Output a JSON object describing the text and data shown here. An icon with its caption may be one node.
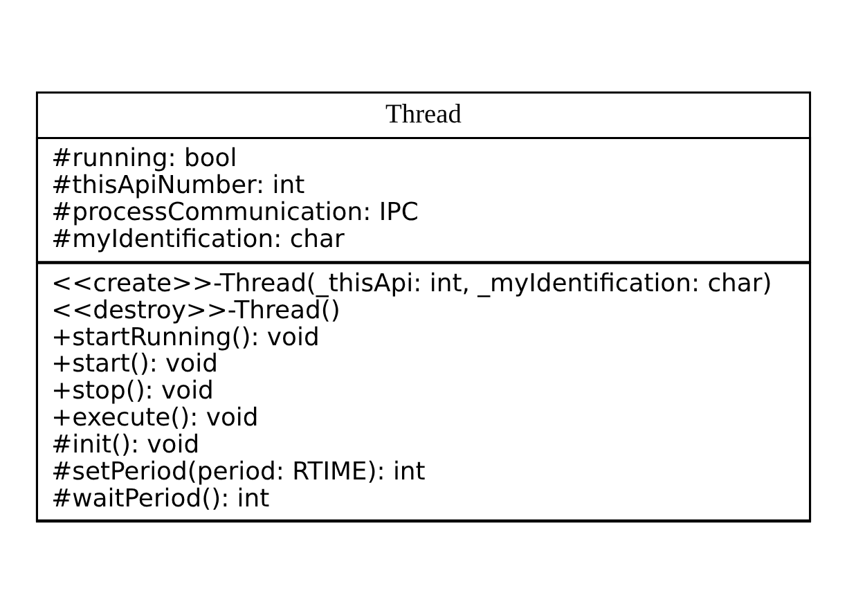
{
  "diagram": {
    "nodes": [
      {
        "text": [
          "Thread"
        ]
      },
      {
        "text": [
          "#running: bool",
          "#thisApiNumber: int",
          "#processCommunication: IPC",
          "#myIdentification: char"
        ],
        "in": 0
      },
      {
        "text": [
          "<<create>>-Thread(_thisApi: int, _myIdentification: char)",
          "<<destroy>>-Thread()",
          "+startRunning(): void",
          "+start(): void",
          "+stop(): void",
          "+execute(): void",
          "#init(): void",
          "#setPeriod(period: RTIME): int",
          "#waitPeriod(): int"
        ],
        "in": 0
      }
    ]
  }
}
